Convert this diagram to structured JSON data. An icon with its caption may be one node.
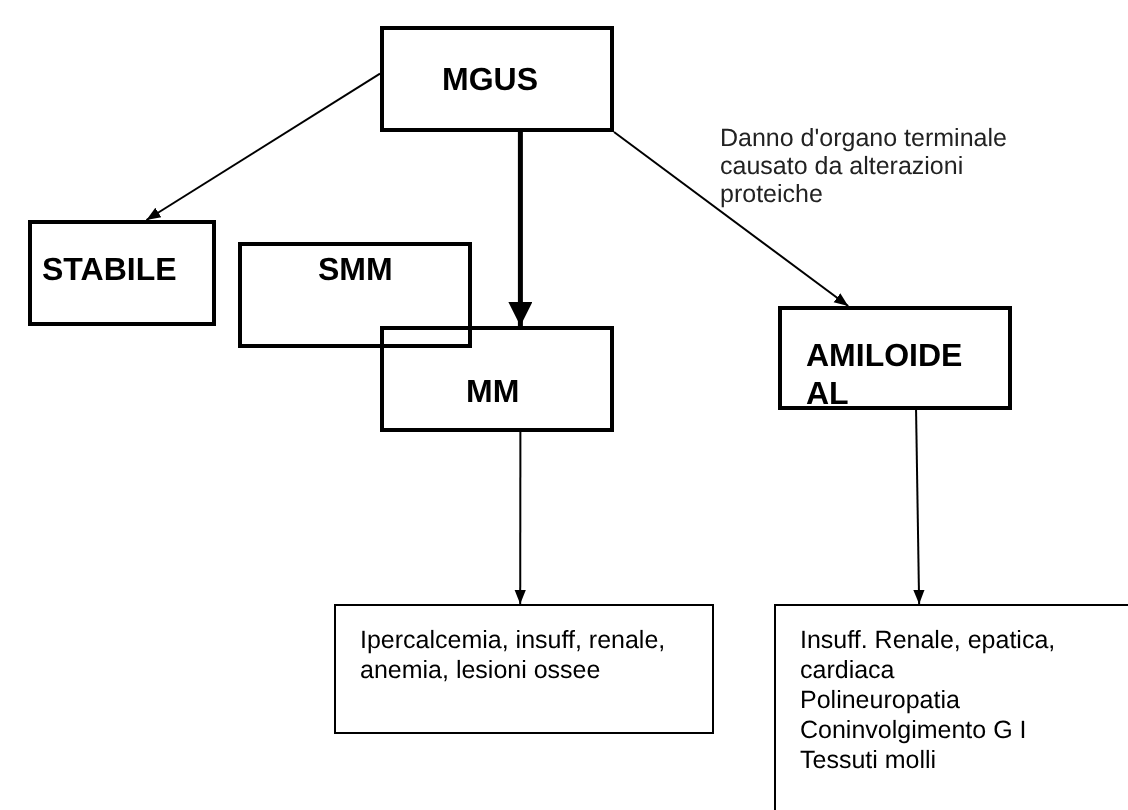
{
  "diagram": {
    "nodes": [
      {
        "text": [
          "MGUS"
        ]
      },
      {
        "text": [
          "STABILE"
        ]
      },
      {
        "text": [
          "SMM"
        ]
      },
      {
        "text": [
          "MM"
        ]
      },
      {
        "text": [
          "AMILOIDE AL"
        ]
      },
      {
        "text": [
          "Ipercalcemia, insuff, renale, anemia, lesioni ossee"
        ]
      },
      {
        "text": [
          "Insuff. Renale, epatica, cardiaca",
          "Polineuropatia",
          "Coninvolgimento G I",
          "Tessuti molli"
        ]
      }
    ],
    "edges": [
      {
        "from": 0,
        "to": 1,
        "arrow": "to"
      },
      {
        "from": 0,
        "to": 3,
        "arrow": "to",
        "style": "thick"
      },
      {
        "from": 0,
        "to": 4,
        "arrow": "to",
        "label": "Danno d'organo terminale causato da alterazioni proteiche"
      },
      {
        "from": 3,
        "to": 5,
        "arrow": "to"
      },
      {
        "from": 4,
        "to": 6,
        "arrow": "to"
      }
    ]
  }
}
